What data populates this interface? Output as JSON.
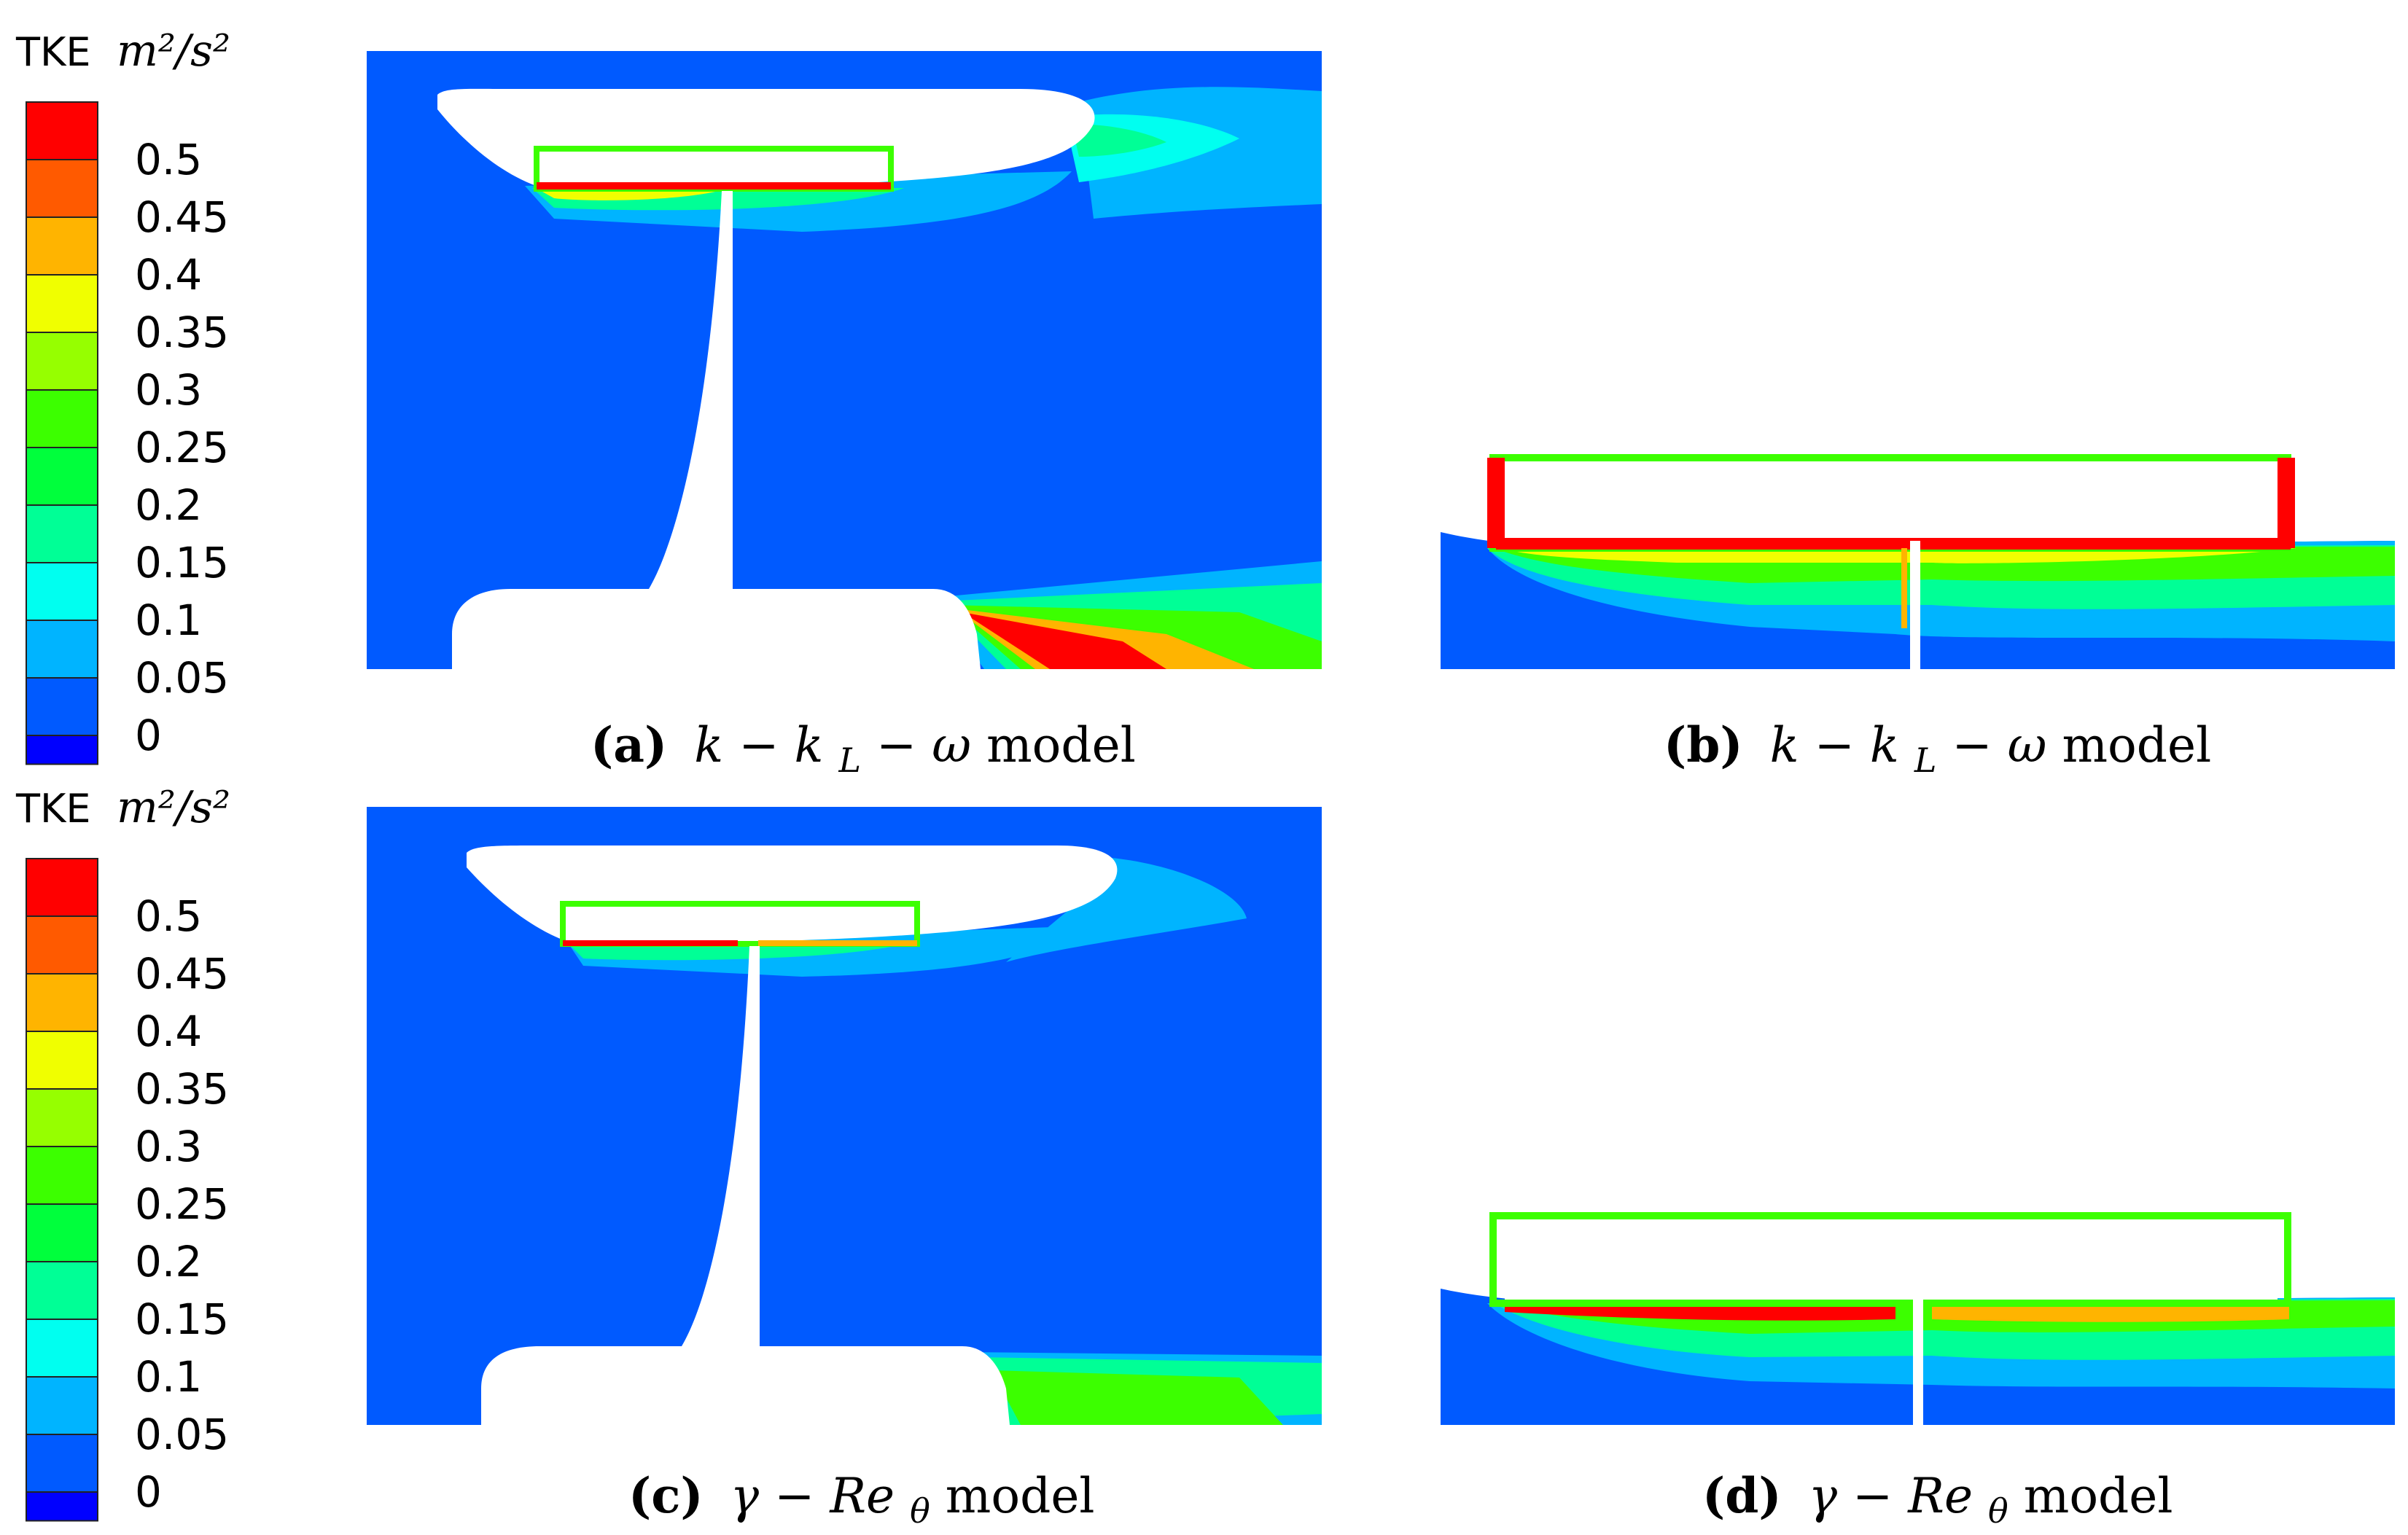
{
  "colorbar": {
    "label": "TKE",
    "unit": "m²/s²",
    "ticks": [
      "0.5",
      "0.45",
      "0.4",
      "0.35",
      "0.3",
      "0.25",
      "0.2",
      "0.15",
      "0.1",
      "0.05",
      "0"
    ],
    "colors": [
      "#ff0000",
      "#ff5a00",
      "#ffb400",
      "#f0ff00",
      "#96ff00",
      "#3cff00",
      "#00ff3c",
      "#00ff96",
      "#00fff0",
      "#00b4ff",
      "#005aff",
      "#0000ff"
    ]
  },
  "colors": {
    "background_flow": "#005aff",
    "wake_low": "#00b4ff",
    "wake_mid": "#00ff96",
    "wake_green": "#3cff00",
    "wake_yellow": "#f0ff00",
    "wake_orange": "#ffb400",
    "wake_red": "#ff0000"
  },
  "panels": [
    {
      "id": "a",
      "caption_label": "(a)",
      "model": "k − k",
      "model_sub": "L",
      "model_tail": " − ω",
      "caption_rest": " model"
    },
    {
      "id": "b",
      "caption_label": "(b)",
      "model": "k − k",
      "model_sub": "L",
      "model_tail": " − ω",
      "caption_rest": " model"
    },
    {
      "id": "c",
      "caption_label": "(c)",
      "model": "γ − Re",
      "model_sub": "θ",
      "model_tail": "",
      "caption_rest": " model"
    },
    {
      "id": "d",
      "caption_label": "(d)",
      "model": "γ − Re",
      "model_sub": "θ",
      "model_tail": "",
      "caption_rest": " model"
    }
  ]
}
